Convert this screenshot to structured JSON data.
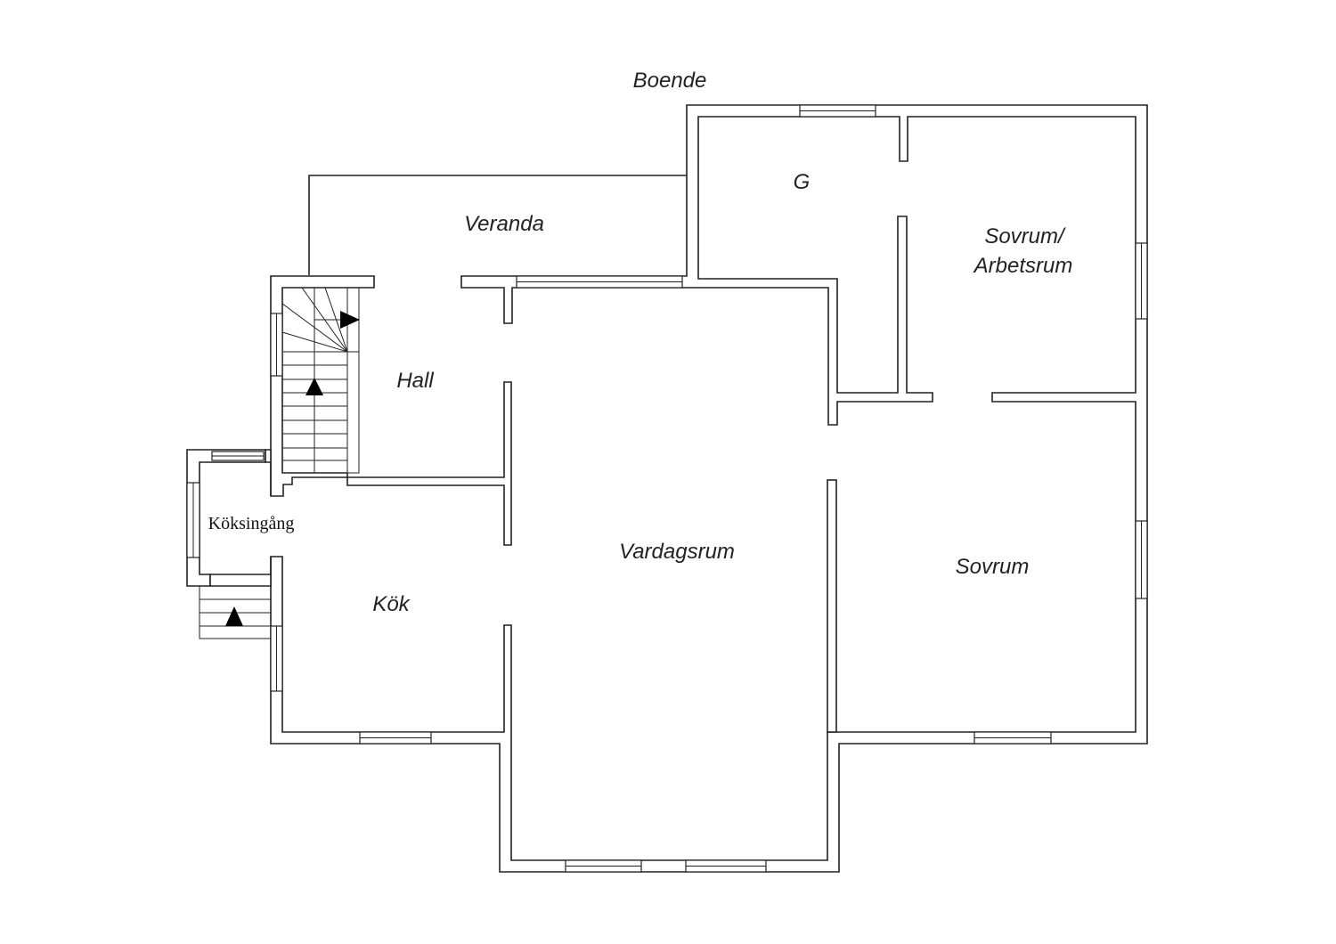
{
  "floorplan": {
    "title": "Boende",
    "rooms": {
      "veranda": "Veranda",
      "hall": "Hall",
      "koksingang": "Köksingång",
      "kok": "Kök",
      "vardagsrum": "Vardagsrum",
      "g": "G",
      "sovrum_arbetsrum_line1": "Sovrum/",
      "sovrum_arbetsrum_line2": "Arbetsrum",
      "sovrum": "Sovrum"
    }
  }
}
